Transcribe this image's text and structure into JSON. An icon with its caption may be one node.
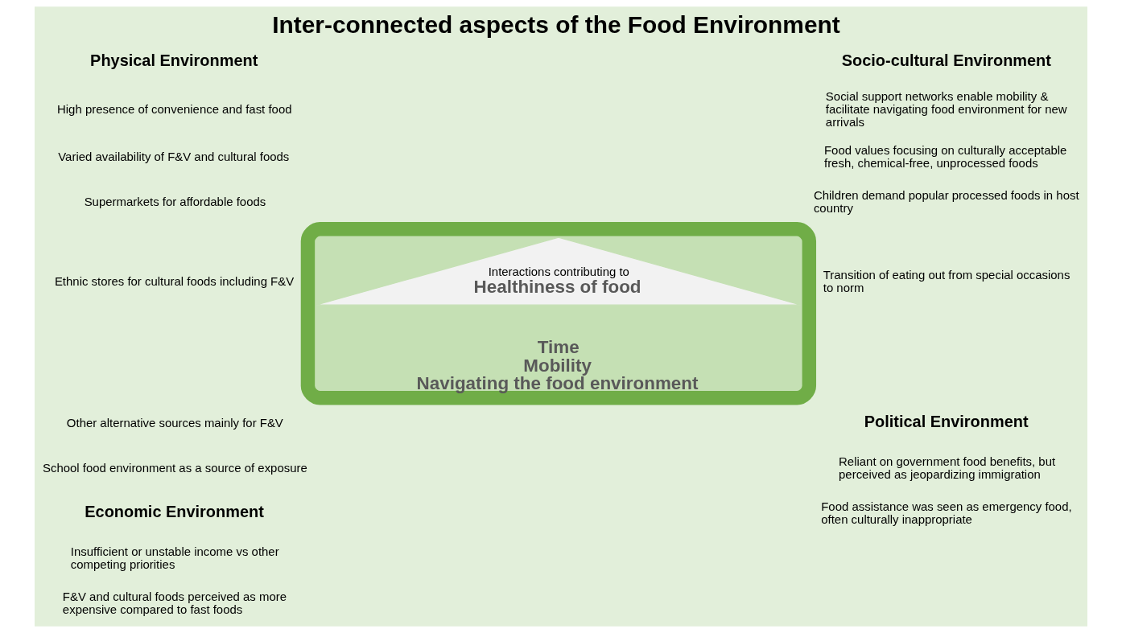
{
  "diagram": {
    "title": "Inter-connected aspects of the Food Environment",
    "nodes": [
      {
        "text": [
          "Time",
          "Mobility",
          "Navigating the food environment"
        ]
      },
      {
        "text": [
          "Interactions contributing to",
          "Healthiness of food"
        ],
        "in": 0
      }
    ],
    "edges": [],
    "labels": [
      "Physical Environment",
      "High presence of convenience and fast food",
      "Varied availability of F&V and cultural foods",
      "Supermarkets for affordable foods",
      "Ethnic stores for cultural foods including F&V",
      "Other alternative sources mainly for F&V",
      "School food environment as a source of exposure",
      "Socio-cultural Environment",
      "Social support networks enable mobility & facilitate navigating food environment for new arrivals",
      "Food values focusing on culturally acceptable fresh, chemical-free, unprocessed foods",
      "Children demand popular processed foods in host country",
      "Transition of eating out from special occasions to norm",
      "Economic Environment",
      "Insufficient or unstable income vs other competing priorities",
      "F&V and cultural foods perceived as more expensive compared to fast foods",
      "Political Environment",
      "Reliant on government food benefits, but perceived as jeopardizing immigration",
      "Food assistance was seen as emergency food, often culturally inappropriate"
    ]
  }
}
